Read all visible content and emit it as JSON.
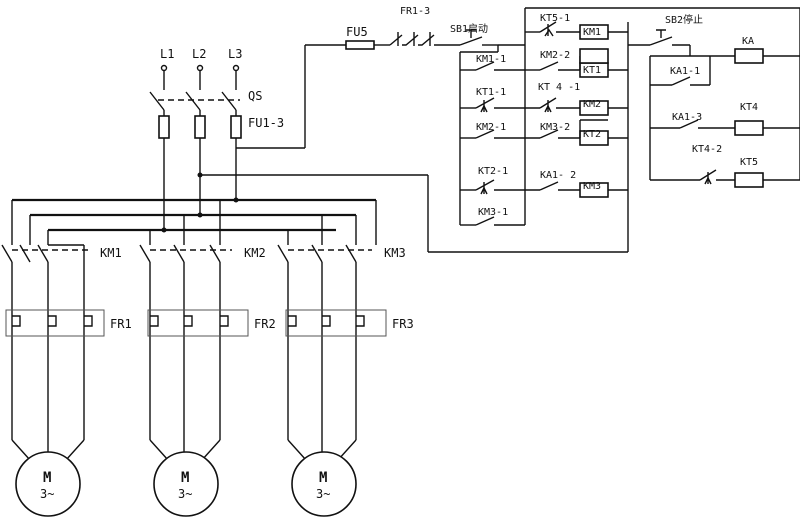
{
  "colors": {
    "ink": "#111111",
    "background": "#ffffff"
  },
  "supply": {
    "l1": "L1",
    "l2": "L2",
    "l3": "L3",
    "qs": "QS",
    "fuses": "FU1-3"
  },
  "control": {
    "fu5": "FU5",
    "fr_contacts": "FR1-3",
    "start": "SB1启动",
    "stop": "SB2停止"
  },
  "motors": [
    {
      "contactor": "KM1",
      "relay": "FR1",
      "symbol": "M",
      "phase": "3~"
    },
    {
      "contactor": "KM2",
      "relay": "FR2",
      "symbol": "M",
      "phase": "3~"
    },
    {
      "contactor": "KM3",
      "relay": "FR3",
      "symbol": "M",
      "phase": "3~"
    }
  ],
  "ladder": {
    "contacts": {
      "kt5_1": "KT5-1",
      "km1_1": "KM1-1",
      "km2_2": "KM2-2",
      "kt1_1": "KT1-1",
      "kt4_1": "KT 4 -1",
      "km2_1": "KM2-1",
      "km3_2": "KM3-2",
      "kt2_1": "KT2-1",
      "ka1_2": "KA1- 2",
      "km3_1": "KM3-1",
      "ka1_1": "KA1-1",
      "ka1_3": "KA1-3",
      "kt4_2": "KT4-2"
    },
    "coils": {
      "km1": "KM1",
      "kt1": "KT1",
      "km2": "KM2",
      "kt2": "KT2",
      "km3": "KM3",
      "ka": "KA",
      "kt4": "KT4",
      "kt5": "KT5"
    }
  }
}
